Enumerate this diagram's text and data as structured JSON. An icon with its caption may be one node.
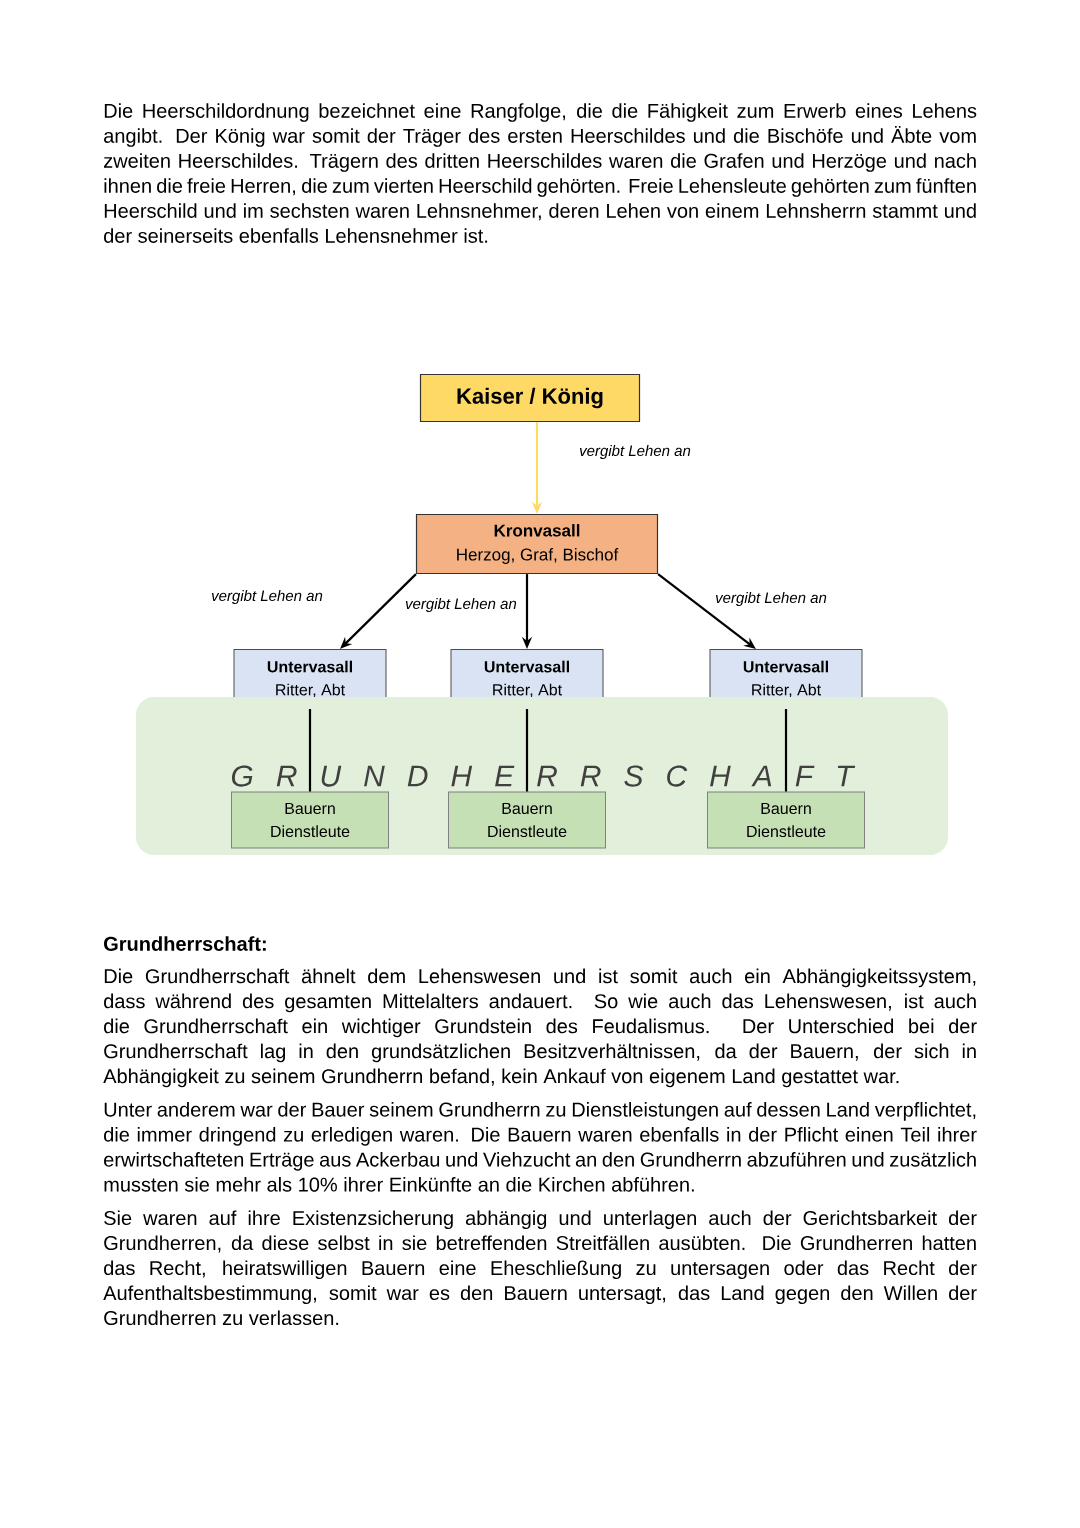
{
  "diagram": {
    "nodes": [
      {
        "text": [
          "Kaiser / König"
        ]
      },
      {
        "text": [
          "Kronvasall",
          "Herzog, Graf, Bischof"
        ]
      },
      {
        "text": [
          "Untervasall",
          "Ritter, Abt"
        ]
      },
      {
        "text": [
          "Untervasall",
          "Ritter, Abt"
        ]
      },
      {
        "text": [
          "Untervasall",
          "Ritter, Abt"
        ]
      },
      {
        "text": [
          "G R U N D H E R R S C H A F T"
        ]
      },
      {
        "text": [
          "Bauern",
          "Dienstleute"
        ],
        "in": 5
      },
      {
        "text": [
          "Bauern",
          "Dienstleute"
        ],
        "in": 5
      },
      {
        "text": [
          "Bauern",
          "Dienstleute"
        ],
        "in": 5
      }
    ],
    "edges": [
      {
        "from": 0,
        "to": 1,
        "arrow": "to",
        "label": "vergibt Lehen an",
        "color": "#ffd966"
      },
      {
        "from": 1,
        "to": 2,
        "arrow": "to",
        "label": "vergibt Lehen an"
      },
      {
        "from": 1,
        "to": 3,
        "arrow": "to",
        "label": "vergibt Lehen an"
      },
      {
        "from": 1,
        "to": 4,
        "arrow": "to",
        "label": "vergibt Lehen an"
      },
      {
        "from": 2,
        "to": 6,
        "arrow": "none"
      },
      {
        "from": 3,
        "to": 7,
        "arrow": "none"
      },
      {
        "from": 4,
        "to": 8,
        "arrow": "none"
      }
    ],
    "labels": [
      "Die Heerschildordnung bezeichnet eine Rangfolge, die die Fähigkeit zum Erwerb eines Lehens angibt. Der König war somit der Träger des ersten Heerschildes und die Bischöfe und Äbte vom zweiten Heerschildes. Trägern des dritten Heerschildes waren die Grafen und Herzöge und nach ihnen die freie Herren, die zum vierten Heerschild gehörten. Freie Lehensleute gehörten zum fünften Heerschild und im sechsten waren Lehnsnehmer, deren Lehen von einem Lehnsherrn stammt und der seinerseits ebenfalls Lehensnehmer ist.",
      "Grundherrschaft:",
      "Die Grundherrschaft ähnelt dem Lehenswesen und ist somit auch ein Abhängigkeitssystem, dass während des gesamten Mittelalters andauert. So wie auch das Lehenswesen, ist auch die Grundherrschaft ein wichtiger Grundstein des Feudalismus. Der Unterschied bei der Grundherrschaft lag in den grundsätzlichen Besitzverhältnissen, da der Bauern, der sich in Abhängigkeit zu seinem Grundherrn befand, kein Ankauf von eigenem Land gestattet war.",
      "Unter anderem war der Bauer seinem Grundherrn zu Dienstleistungen auf dessen Land verpflichtet, die immer dringend zu erledigen waren. Die Bauern waren ebenfalls in der Pflicht einen Teil ihrer erwirtschafteten Erträge aus Ackerbau und Viehzucht an den Grundherrn abzuführen und zusätzlich mussten sie mehr als 10% ihrer Einkünfte an die Kirchen abführen.",
      "Sie waren auf ihre Existenzsicherung abhängig und unterlagen auch der Gerichtsbarkeit der Grundherren, da diese selbst in sie betreffenden Streitfällen ausübten. Die Grundherren hatten das Recht, heiratswilligen Bauern eine Eheschließung zu untersagen oder das Recht der Aufenthaltsbestimmung, somit war es den Bauern untersagt, das Land gegen den Willen der Grundherren zu verlassen."
    ]
  }
}
